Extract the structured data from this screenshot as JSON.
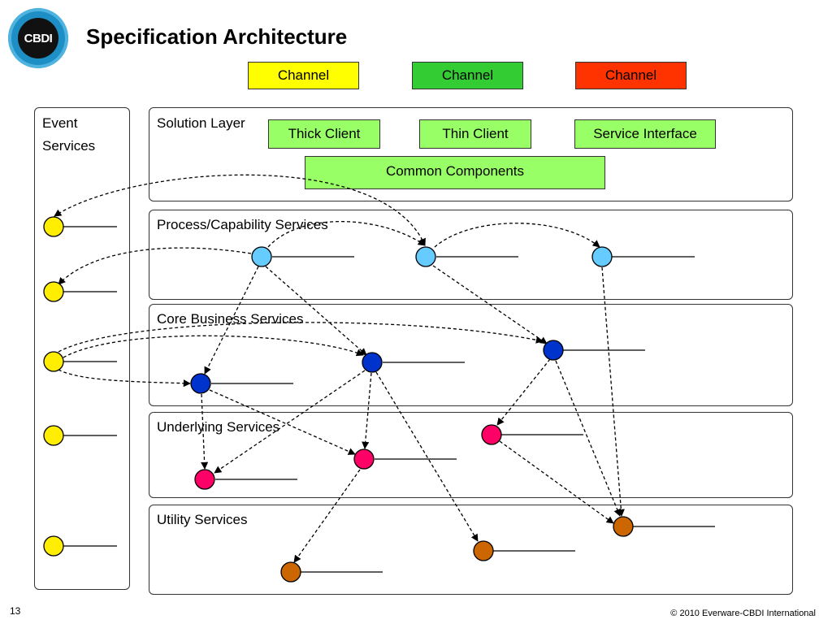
{
  "title": "Specification Architecture",
  "logo": {
    "text": "CBDI"
  },
  "channels": [
    {
      "label": "Channel",
      "color": "#ffff00"
    },
    {
      "label": "Channel",
      "color": "#33cc33"
    },
    {
      "label": "Channel",
      "color": "#ff3300"
    }
  ],
  "event_panel": {
    "label_line1": "Event",
    "label_line2": "Services"
  },
  "layers": [
    {
      "label": "Solution Layer"
    },
    {
      "label": "Process/Capability Services"
    },
    {
      "label": "Core Business Services"
    },
    {
      "label": "Underlying Services"
    },
    {
      "label": "Utility Services"
    }
  ],
  "solution_boxes": {
    "thick_client": "Thick Client",
    "thin_client": "Thin Client",
    "service_interface": "Service Interface",
    "common_components": "Common Components"
  },
  "colors": {
    "event": "#ffee00",
    "process": "#66ccff",
    "core": "#0033cc",
    "underlying": "#ff0066",
    "utility": "#cc6600",
    "solution_box": "#99ff66"
  },
  "footer": {
    "page_number": "13",
    "copyright": "© 2010 Everware-CBDI International"
  }
}
